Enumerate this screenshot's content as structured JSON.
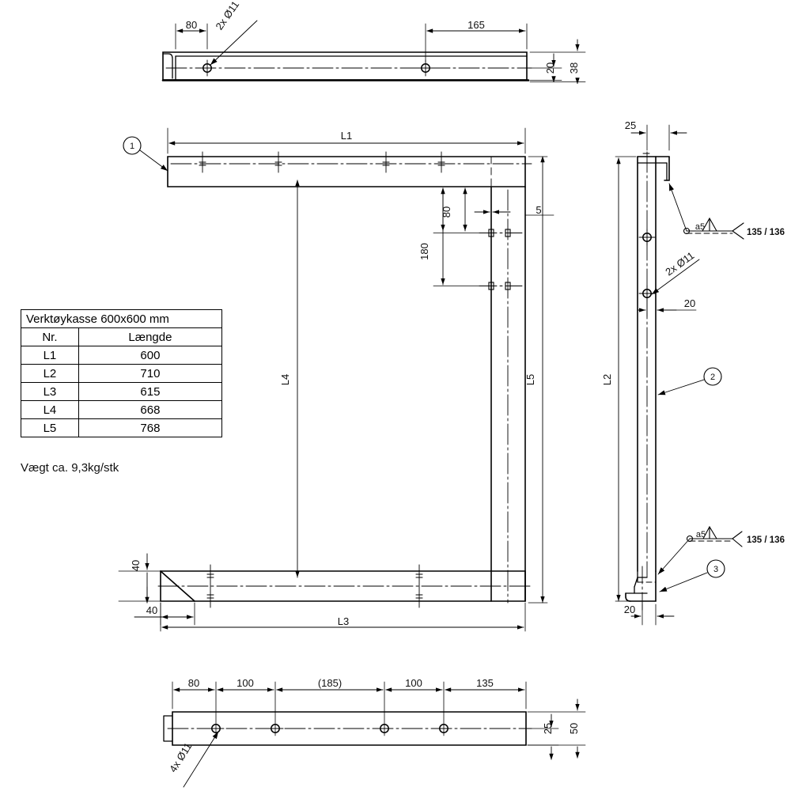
{
  "drawing": {
    "kind": "engineering-drawing",
    "units": "mm",
    "line_color": "#000000"
  },
  "bom": {
    "title": "Verktøykasse 600x600 mm",
    "headers": [
      "Nr.",
      "Længde"
    ],
    "rows": [
      {
        "nr": "L1",
        "length": "600"
      },
      {
        "nr": "L2",
        "length": "710"
      },
      {
        "nr": "L3",
        "length": "615"
      },
      {
        "nr": "L4",
        "length": "668"
      },
      {
        "nr": "L5",
        "length": "768"
      }
    ]
  },
  "weight_note": "Vægt ca. 9,3kg/stk",
  "top_view": {
    "name": "top-view",
    "dims": {
      "d_80": "80",
      "d_165": "165",
      "d_20": "20",
      "d_38": "38"
    },
    "hole_note": "2x Ø11"
  },
  "front_view": {
    "name": "front-view",
    "dims": {
      "L1": "L1",
      "L3": "L3",
      "L4": "L4",
      "L5": "L5",
      "d_80": "80",
      "d_180": "180",
      "d_5": "5",
      "d_40_v": "40",
      "d_40_h": "40"
    },
    "balloons": [
      "1"
    ]
  },
  "side_view": {
    "name": "side-view",
    "dims": {
      "d_25": "25",
      "d_20_mid": "20",
      "d_20_bot": "20",
      "L2": "L2"
    },
    "hole_note": "2x Ø11",
    "weld_top": {
      "size": "a5",
      "process": "135 / 136"
    },
    "weld_bottom": {
      "size": "a5",
      "process": "135 / 136"
    },
    "balloons": [
      "2",
      "3"
    ]
  },
  "bottom_view": {
    "name": "bottom-view",
    "dims": {
      "d_80": "80",
      "d_100_a": "100",
      "d_185": "(185)",
      "d_100_b": "100",
      "d_135": "135",
      "d_25": "25",
      "d_50": "50"
    },
    "hole_note": "4x Ø11"
  }
}
